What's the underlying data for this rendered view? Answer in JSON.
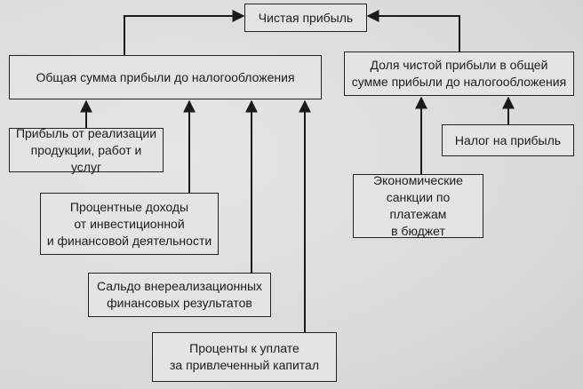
{
  "diagram": {
    "nodes": {
      "net_profit": "Чистая прибыль",
      "total_pretax_profit": "Общая сумма прибыли до налогообложения",
      "net_share": "Доля чистой прибыли в общей\nсумме  прибыли до налогообложения",
      "sales_profit": "Прибыль от реализации\nпродукции, работ и услуг",
      "interest_income": "Процентные доходы\nот инвестиционной\nи финансовой деятельности",
      "non_operating_balance": "Сальдо внереализационных\nфинансовых результатов",
      "interest_payable": "Проценты к уплате\nза привлеченный капитал",
      "profit_tax": "Налог на прибыль",
      "economic_sanctions": "Экономические\nсанкции по платежам\nв бюджет"
    },
    "edges": [
      {
        "from": "total_pretax_profit",
        "to": "net_profit"
      },
      {
        "from": "net_share",
        "to": "net_profit"
      },
      {
        "from": "sales_profit",
        "to": "total_pretax_profit"
      },
      {
        "from": "interest_income",
        "to": "total_pretax_profit"
      },
      {
        "from": "non_operating_balance",
        "to": "total_pretax_profit"
      },
      {
        "from": "interest_payable",
        "to": "total_pretax_profit"
      },
      {
        "from": "profit_tax",
        "to": "net_share"
      },
      {
        "from": "economic_sanctions",
        "to": "net_share"
      }
    ]
  }
}
